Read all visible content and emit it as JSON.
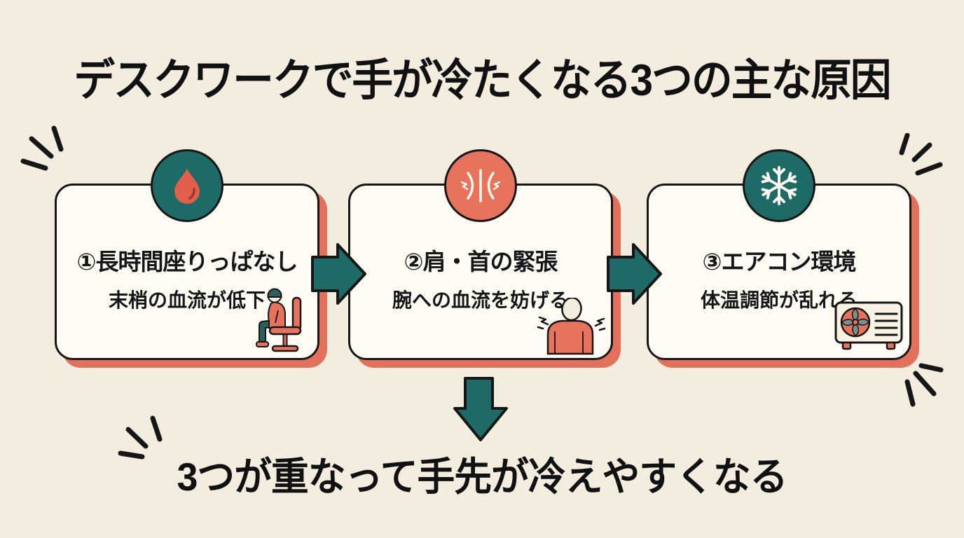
{
  "title": "デスクワークで手が冷たくなる3つの主な原因",
  "conclusion": "3つが重なって手先が冷えやすくなる",
  "colors": {
    "background": "#f2edde",
    "card": "#fefcf5",
    "teal": "#1d6a66",
    "coral": "#e8735c",
    "ink": "#161616"
  },
  "cards": [
    {
      "icon": "water-drop-icon",
      "icon_color": "teal",
      "line1": "①長時間座りっぱなし",
      "line2": "末梢の血流が低下",
      "illustration": "seated-person-icon"
    },
    {
      "icon": "muscle-tension-icon",
      "icon_color": "coral",
      "line1": "②肩・首の緊張",
      "line2": "腕への血流を妨げる",
      "illustration": "neck-tension-person-icon"
    },
    {
      "icon": "snowflake-icon",
      "icon_color": "teal",
      "line1": "③エアコン環境",
      "line2": "体温調節が乱れる",
      "illustration": "air-conditioner-icon"
    }
  ]
}
